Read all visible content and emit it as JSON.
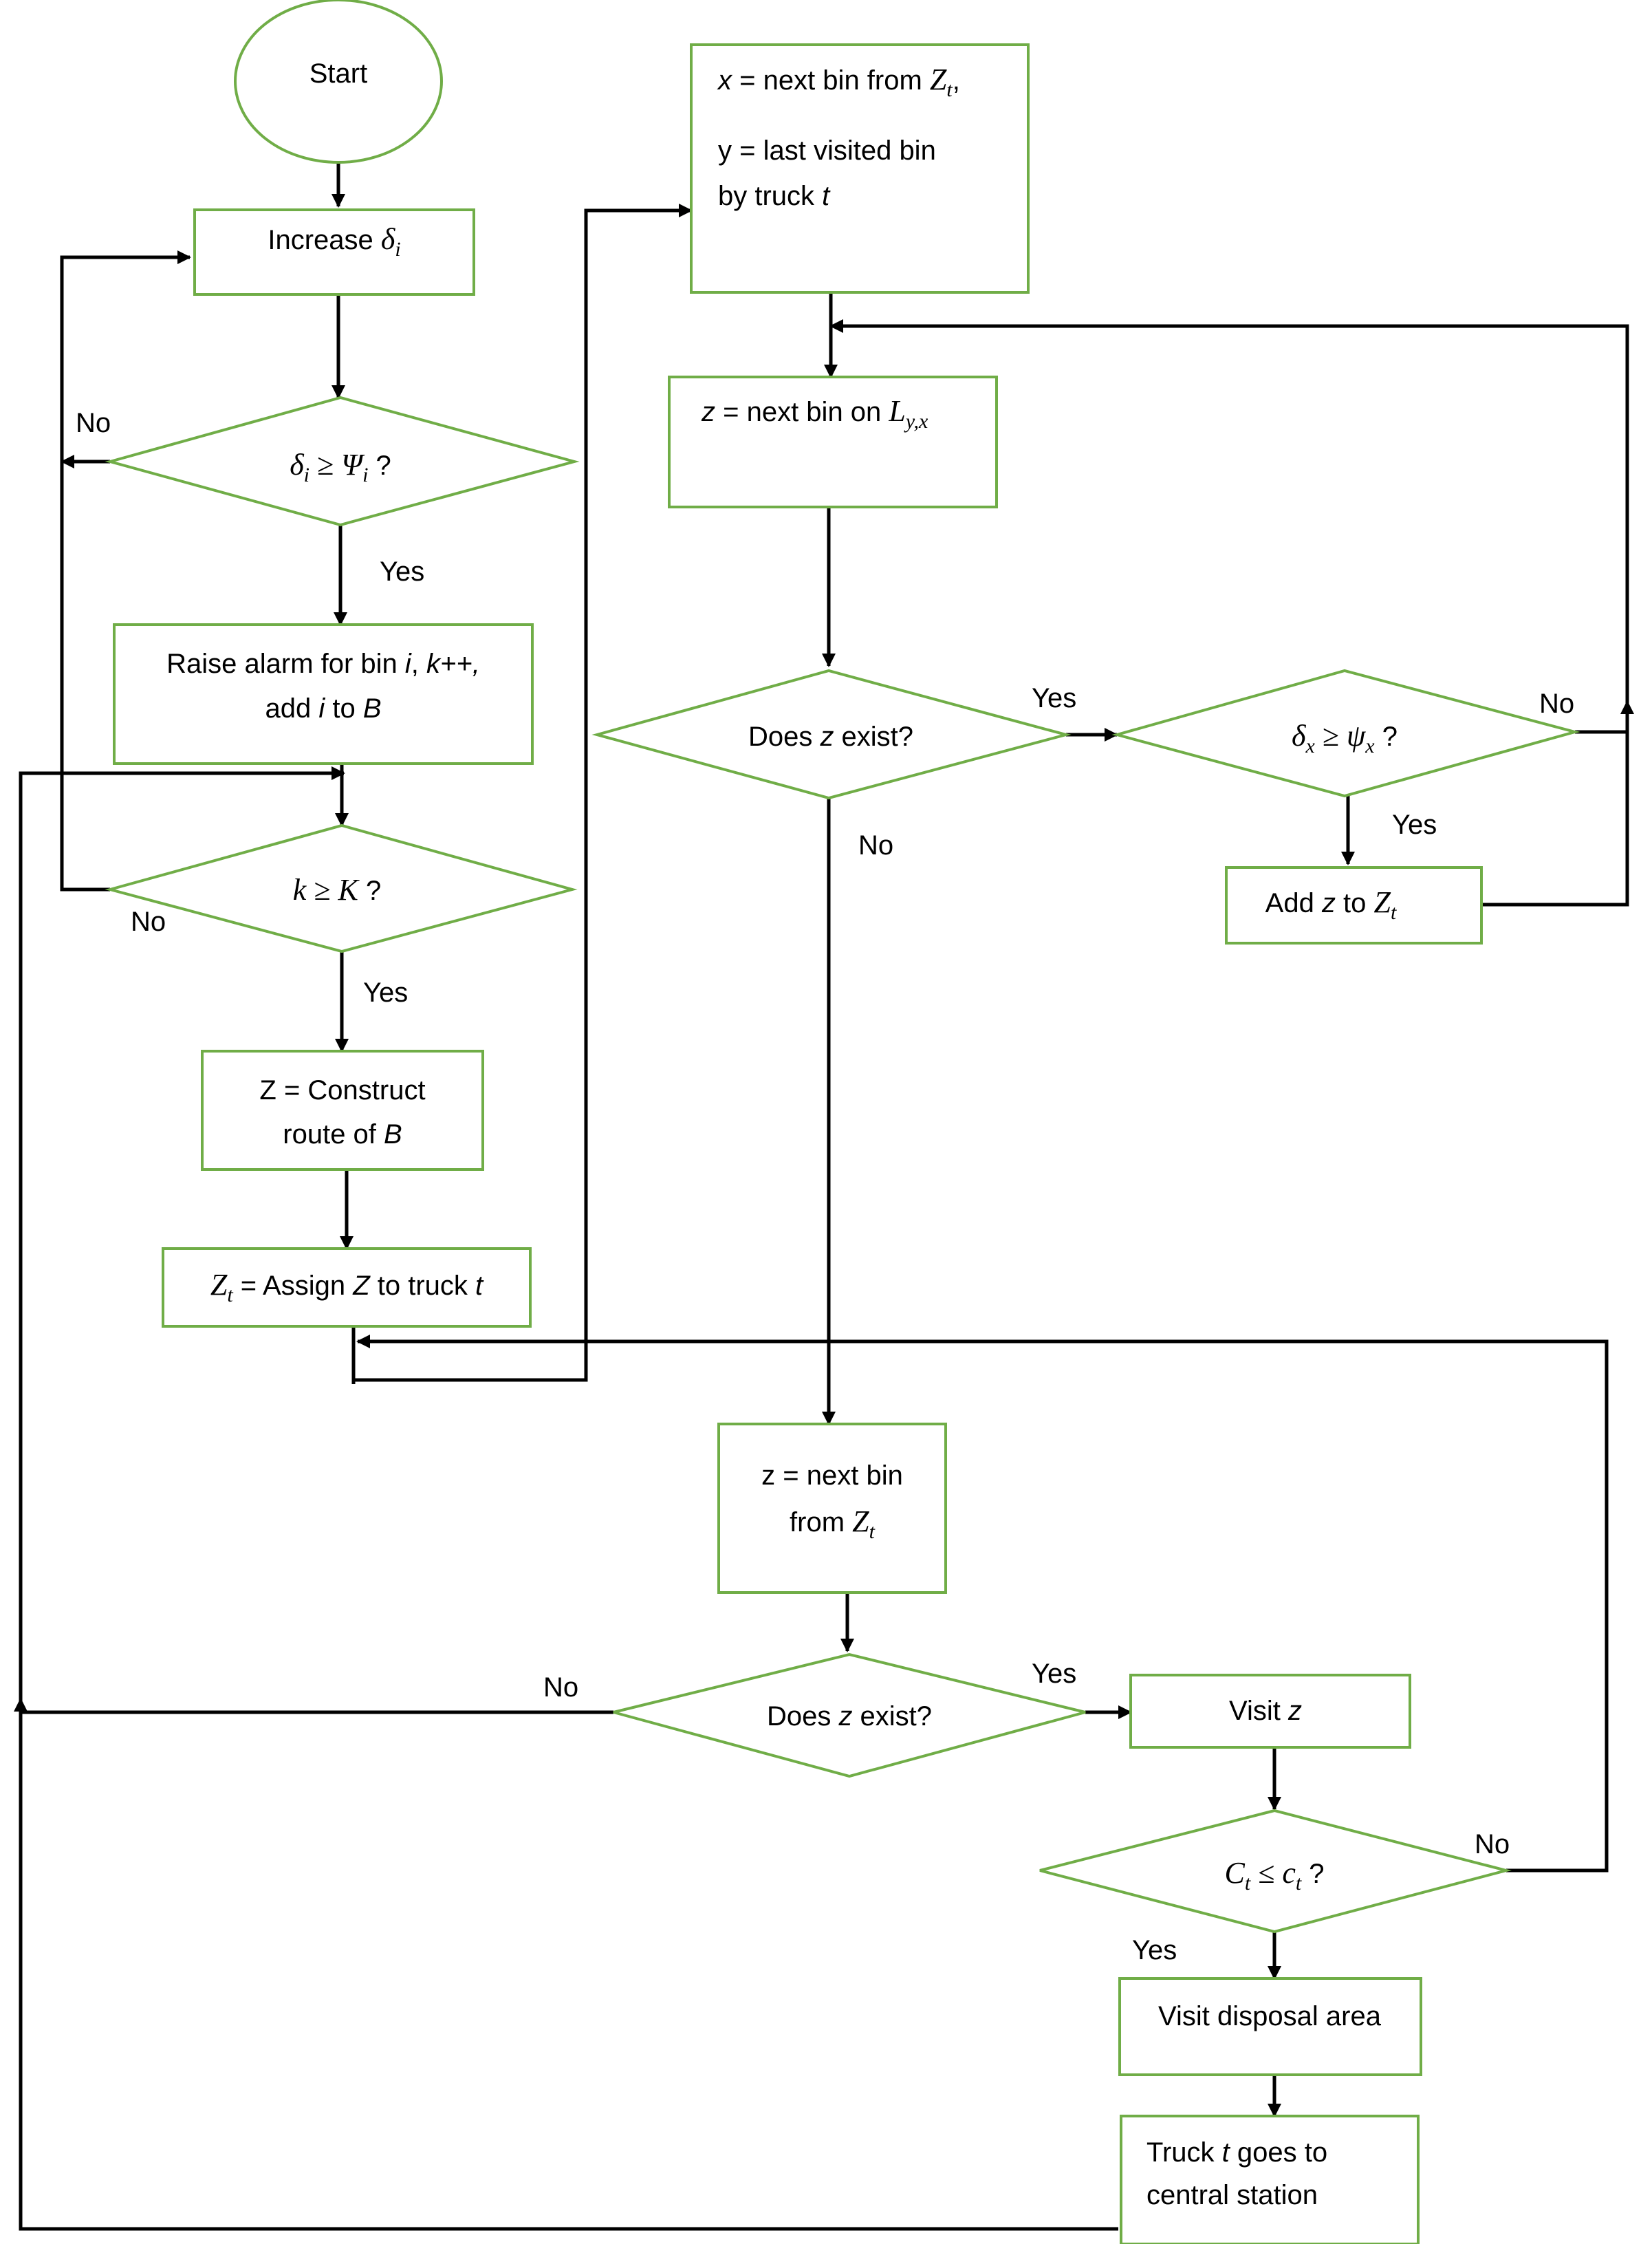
{
  "nodes": {
    "start": "Start",
    "increase_delta": {
      "pre": "Increase ",
      "sym": "δ",
      "sub": "i"
    },
    "threshold_check": {
      "a": "δ",
      "a_sub": "i",
      "op": " ≥ ",
      "b": "Ψ",
      "b_sub": "i",
      "q": " ?"
    },
    "raise_alarm": {
      "line1_a": "Raise alarm for bin ",
      "line1_i": "i",
      "line1_b": ", ",
      "line1_k": "k++,",
      "line2_a": "add ",
      "line2_i": "i",
      "line2_b": " to ",
      "line2_B": "B"
    },
    "k_check": {
      "expr": "k ≥ K",
      "q": " ?"
    },
    "construct_route": {
      "line1": "Z = Construct",
      "line2_a": "route of ",
      "line2_B": "B"
    },
    "assign_route": {
      "Z": "Z",
      "Z_sub": "t",
      "text_a": " = Assign ",
      "text_Z": "Z",
      "text_b": " to truck ",
      "text_t": "t"
    },
    "next_bin_x": {
      "line1_x": "x",
      "line1_a": " = next bin from ",
      "line1_Z": "Z",
      "line1_Z_sub": "t",
      "line1_c": ",",
      "line2": "y = last visited bin",
      "line3_a": "by truck ",
      "line3_t": "t"
    },
    "next_bin_on_L": {
      "z": "z",
      "text": " = next bin on ",
      "L": "L",
      "L_sub": "y,x"
    },
    "z_exists_1": {
      "a": "Does ",
      "z": "z",
      "b": " exist?"
    },
    "delta_x_check": {
      "a": "δ",
      "a_sub": "x",
      "op": " ≥ ",
      "b": "ψ",
      "b_sub": "x",
      "q": " ?"
    },
    "add_z": {
      "a": "Add ",
      "z": "z",
      "b": " to ",
      "Z": "Z",
      "Z_sub": "t"
    },
    "next_bin_from_Zt": {
      "line1": "z = next bin",
      "line2_a": "from ",
      "line2_Z": "Z",
      "line2_Z_sub": "t"
    },
    "z_exists_2": {
      "a": "Does ",
      "z": "z",
      "b": " exist?"
    },
    "visit_z": {
      "a": "Visit ",
      "z": "z"
    },
    "capacity_check": {
      "C": "C",
      "C_sub": "t",
      "op": " ≤ ",
      "c": "c",
      "c_sub": "t",
      "q": " ?"
    },
    "visit_disposal": "Visit disposal area",
    "truck_returns": {
      "line1_a": "Truck  ",
      "line1_t": "t",
      "line1_b": "  goes  to",
      "line2": "central station"
    }
  },
  "edge_labels": {
    "no_threshold": "No",
    "yes_threshold": "Yes",
    "no_k": "No",
    "yes_k": "Yes",
    "yes_exists_1": "Yes",
    "no_exists_1": "No",
    "no_delta_x": "No",
    "yes_delta_x": "Yes",
    "no_exists_2": "No",
    "yes_exists_2": "Yes",
    "no_capacity": "No",
    "yes_capacity": "Yes"
  },
  "colors": {
    "node_border": "#70ad47",
    "edge": "#000000",
    "background": "#ffffff"
  }
}
